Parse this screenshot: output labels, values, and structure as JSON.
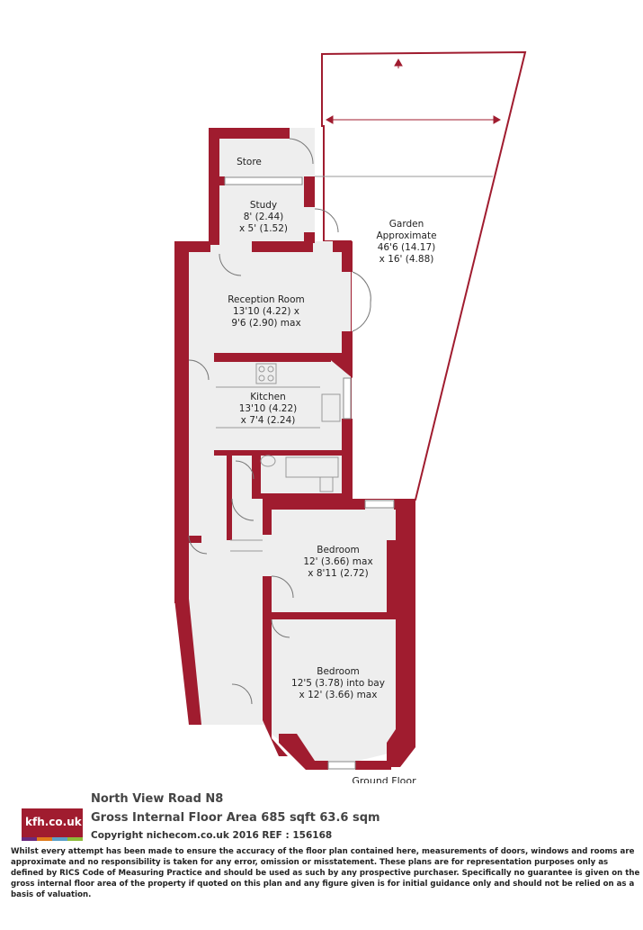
{
  "rooms": {
    "store": {
      "name": "Store"
    },
    "study": {
      "name": "Study",
      "dim1": "8' (2.44)",
      "dim2": "x 5' (1.52)"
    },
    "garden": {
      "name": "Garden",
      "dim1": "Approximate",
      "dim2": "46'6 (14.17)",
      "dim3": "x 16' (4.88)"
    },
    "reception": {
      "name": "Reception Room",
      "dim1": "13'10 (4.22) x",
      "dim2": "9'6 (2.90) max"
    },
    "kitchen": {
      "name": "Kitchen",
      "dim1": "13'10 (4.22)",
      "dim2": "x 7'4 (2.24)"
    },
    "bedroom1": {
      "name": "Bedroom",
      "dim1": "12' (3.66) max",
      "dim2": "x 8'11 (2.72)"
    },
    "bedroom2": {
      "name": "Bedroom",
      "dim1": "12'5 (3.78) into bay",
      "dim2": "x 12' (3.66) max"
    }
  },
  "floor_label": "Ground Floor",
  "colors": {
    "wall": "#a01c2f",
    "floor": "#eeeeee",
    "brand": "#a01c2f"
  },
  "logo": {
    "text": "kfh.co.uk"
  },
  "footer": {
    "title": "North View Road  N8",
    "area": "Gross Internal Floor Area 685 sqft 63.6 sqm",
    "copyright": "Copyright nichecom.co.uk 2016 REF : 156168",
    "disclaimer": "Whilst every attempt has been made to ensure the accuracy of the floor plan contained here, measurements of doors, windows and rooms are approximate and no responsibility is taken for any error, omission or misstatement.  These plans are for representation purposes only as defined by RICS Code of Measuring Practice and should be used as such by any prospective purchaser.  Specifically no guarantee is given on the gross internal floor area of the property if quoted on this plan and any figure given is for initial guidance only and should not be relied on as a basis of valuation."
  }
}
